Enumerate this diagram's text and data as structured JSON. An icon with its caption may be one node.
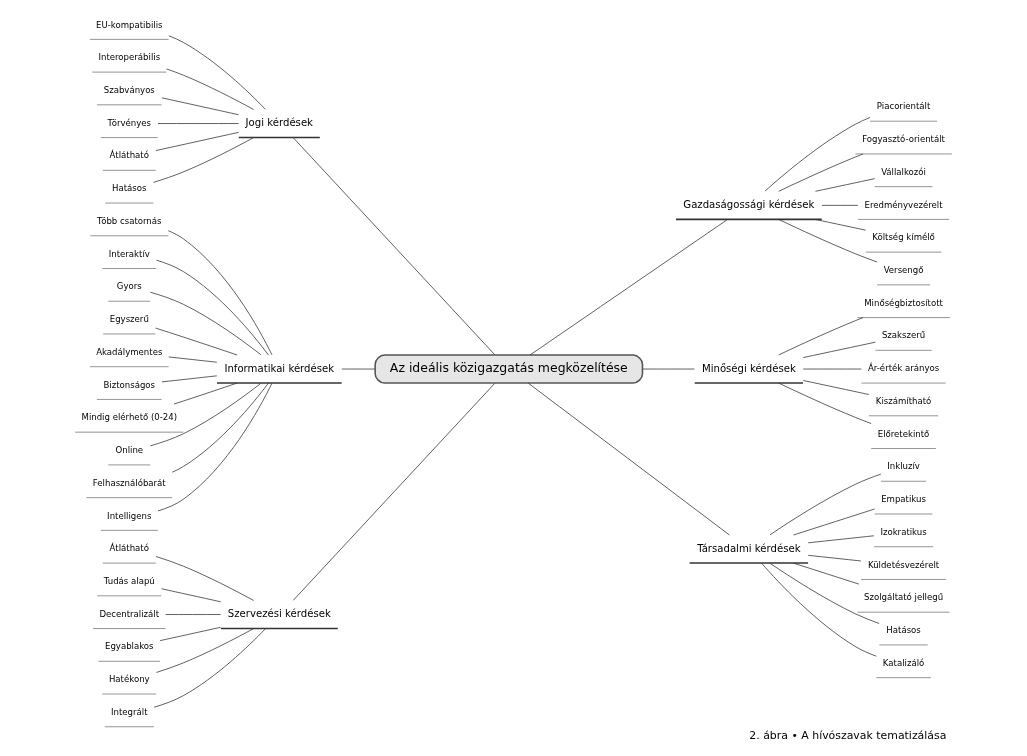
{
  "diagram": {
    "caption": "2. ábra • A hívószavak tematizálása",
    "nodes": [
      {
        "text": [
          "Az ideális közigazgatás megközelítése"
        ]
      },
      {
        "text": [
          "Jogi kérdések"
        ]
      },
      {
        "text": [
          "EU-kompatibilis"
        ]
      },
      {
        "text": [
          "Interoperábilis"
        ]
      },
      {
        "text": [
          "Szabványos"
        ]
      },
      {
        "text": [
          "Törvényes"
        ]
      },
      {
        "text": [
          "Átlátható"
        ]
      },
      {
        "text": [
          "Hatásos"
        ]
      },
      {
        "text": [
          "Informatikai kérdések"
        ]
      },
      {
        "text": [
          "Több csatornás"
        ]
      },
      {
        "text": [
          "Interaktív"
        ]
      },
      {
        "text": [
          "Gyors"
        ]
      },
      {
        "text": [
          "Egyszerű"
        ]
      },
      {
        "text": [
          "Akadálymentes"
        ]
      },
      {
        "text": [
          "Biztonságos"
        ]
      },
      {
        "text": [
          "Mindig elérhető (0-24)"
        ]
      },
      {
        "text": [
          "Online"
        ]
      },
      {
        "text": [
          "Felhasználóbarát"
        ]
      },
      {
        "text": [
          "Intelligens"
        ]
      },
      {
        "text": [
          "Szervezési kérdések"
        ]
      },
      {
        "text": [
          "Átlátható"
        ]
      },
      {
        "text": [
          "Tudás alapú"
        ]
      },
      {
        "text": [
          "Decentralizált"
        ]
      },
      {
        "text": [
          "Egyablakos"
        ]
      },
      {
        "text": [
          "Hatékony"
        ]
      },
      {
        "text": [
          "Integrált"
        ]
      },
      {
        "text": [
          "Gazdaságossági kérdések"
        ]
      },
      {
        "text": [
          "Piacorientált"
        ]
      },
      {
        "text": [
          "Fogyasztó-orientált"
        ]
      },
      {
        "text": [
          "Vállalkozói"
        ]
      },
      {
        "text": [
          "Eredményvezérelt"
        ]
      },
      {
        "text": [
          "Költség kímélő"
        ]
      },
      {
        "text": [
          "Versengő"
        ]
      },
      {
        "text": [
          "Minőségi kérdések"
        ]
      },
      {
        "text": [
          "Minőségbiztosított"
        ]
      },
      {
        "text": [
          "Szakszerű"
        ]
      },
      {
        "text": [
          "Ár-érték arányos"
        ]
      },
      {
        "text": [
          "Kiszámítható"
        ]
      },
      {
        "text": [
          "Előretekintő"
        ]
      },
      {
        "text": [
          "Társadalmi kérdések"
        ]
      },
      {
        "text": [
          "Inkluzív"
        ]
      },
      {
        "text": [
          "Empatikus"
        ]
      },
      {
        "text": [
          "Izokratikus"
        ]
      },
      {
        "text": [
          "Küldetésvezérelt"
        ]
      },
      {
        "text": [
          "Szolgáltató jellegű"
        ]
      },
      {
        "text": [
          "Hatásos"
        ]
      },
      {
        "text": [
          "Katalizáló"
        ]
      }
    ],
    "edges": [
      {
        "from": 0,
        "to": 1,
        "arrow": "none"
      },
      {
        "from": 1,
        "to": 2,
        "arrow": "none"
      },
      {
        "from": 1,
        "to": 3,
        "arrow": "none"
      },
      {
        "from": 1,
        "to": 4,
        "arrow": "none"
      },
      {
        "from": 1,
        "to": 5,
        "arrow": "none"
      },
      {
        "from": 1,
        "to": 6,
        "arrow": "none"
      },
      {
        "from": 1,
        "to": 7,
        "arrow": "none"
      },
      {
        "from": 0,
        "to": 8,
        "arrow": "none"
      },
      {
        "from": 8,
        "to": 9,
        "arrow": "none"
      },
      {
        "from": 8,
        "to": 10,
        "arrow": "none"
      },
      {
        "from": 8,
        "to": 11,
        "arrow": "none"
      },
      {
        "from": 8,
        "to": 12,
        "arrow": "none"
      },
      {
        "from": 8,
        "to": 13,
        "arrow": "none"
      },
      {
        "from": 8,
        "to": 14,
        "arrow": "none"
      },
      {
        "from": 8,
        "to": 15,
        "arrow": "none"
      },
      {
        "from": 8,
        "to": 16,
        "arrow": "none"
      },
      {
        "from": 8,
        "to": 17,
        "arrow": "none"
      },
      {
        "from": 8,
        "to": 18,
        "arrow": "none"
      },
      {
        "from": 0,
        "to": 19,
        "arrow": "none"
      },
      {
        "from": 19,
        "to": 20,
        "arrow": "none"
      },
      {
        "from": 19,
        "to": 21,
        "arrow": "none"
      },
      {
        "from": 19,
        "to": 22,
        "arrow": "none"
      },
      {
        "from": 19,
        "to": 23,
        "arrow": "none"
      },
      {
        "from": 19,
        "to": 24,
        "arrow": "none"
      },
      {
        "from": 19,
        "to": 25,
        "arrow": "none"
      },
      {
        "from": 0,
        "to": 26,
        "arrow": "none"
      },
      {
        "from": 26,
        "to": 27,
        "arrow": "none"
      },
      {
        "from": 26,
        "to": 28,
        "arrow": "none"
      },
      {
        "from": 26,
        "to": 29,
        "arrow": "none"
      },
      {
        "from": 26,
        "to": 30,
        "arrow": "none"
      },
      {
        "from": 26,
        "to": 31,
        "arrow": "none"
      },
      {
        "from": 26,
        "to": 32,
        "arrow": "none"
      },
      {
        "from": 0,
        "to": 33,
        "arrow": "none"
      },
      {
        "from": 33,
        "to": 34,
        "arrow": "none"
      },
      {
        "from": 33,
        "to": 35,
        "arrow": "none"
      },
      {
        "from": 33,
        "to": 36,
        "arrow": "none"
      },
      {
        "from": 33,
        "to": 37,
        "arrow": "none"
      },
      {
        "from": 33,
        "to": 38,
        "arrow": "none"
      },
      {
        "from": 0,
        "to": 39,
        "arrow": "none"
      },
      {
        "from": 39,
        "to": 40,
        "arrow": "none"
      },
      {
        "from": 39,
        "to": 41,
        "arrow": "none"
      },
      {
        "from": 39,
        "to": 42,
        "arrow": "none"
      },
      {
        "from": 39,
        "to": 43,
        "arrow": "none"
      },
      {
        "from": 39,
        "to": 44,
        "arrow": "none"
      },
      {
        "from": 39,
        "to": 45,
        "arrow": "none"
      },
      {
        "from": 39,
        "to": 46,
        "arrow": "none"
      }
    ]
  }
}
